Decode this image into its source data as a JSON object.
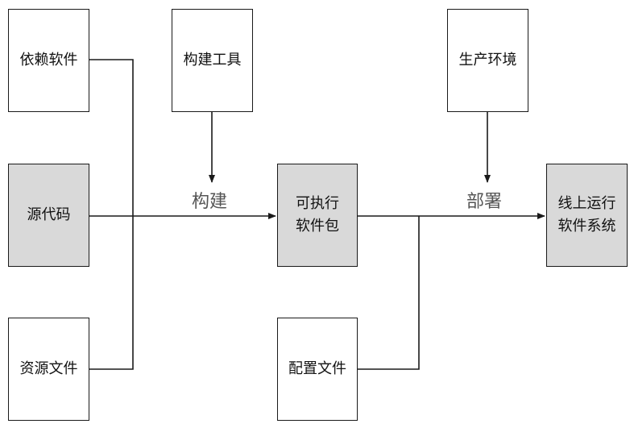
{
  "nodes": {
    "dependencies": "依赖软件",
    "source_code": "源代码",
    "resource_files": "资源文件",
    "build_tools": "构建工具",
    "executable_package": "可执行\n软件包",
    "config_files": "配置文件",
    "production_env": "生产环境",
    "online_system": "线上运行\n软件系统"
  },
  "edges": {
    "build_label": "构建",
    "deploy_label": "部署"
  },
  "colors": {
    "highlight_fill": "#d9d9d9",
    "line": "#1a1a1a"
  }
}
